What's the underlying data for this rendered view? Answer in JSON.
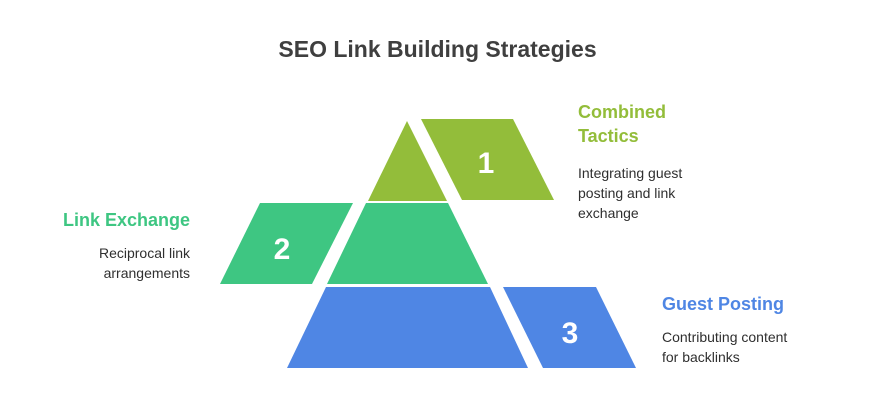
{
  "title": "SEO Link Building Strategies",
  "colors": {
    "level1": "#93bd3a",
    "level2": "#3ec682",
    "level3": "#4f86e4",
    "title_text": "#3f3f3f"
  },
  "steps": [
    {
      "number": "1",
      "title": "Combined Tactics",
      "title_line1": "Combined",
      "title_line2": "Tactics",
      "desc_line1": "Integrating guest",
      "desc_line2": "posting and link",
      "desc_line3": "exchange"
    },
    {
      "number": "2",
      "title": "Link Exchange",
      "desc_line1": "Reciprocal link",
      "desc_line2": "arrangements"
    },
    {
      "number": "3",
      "title": "Guest Posting",
      "desc_line1": "Contributing content",
      "desc_line2": "for backlinks"
    }
  ]
}
